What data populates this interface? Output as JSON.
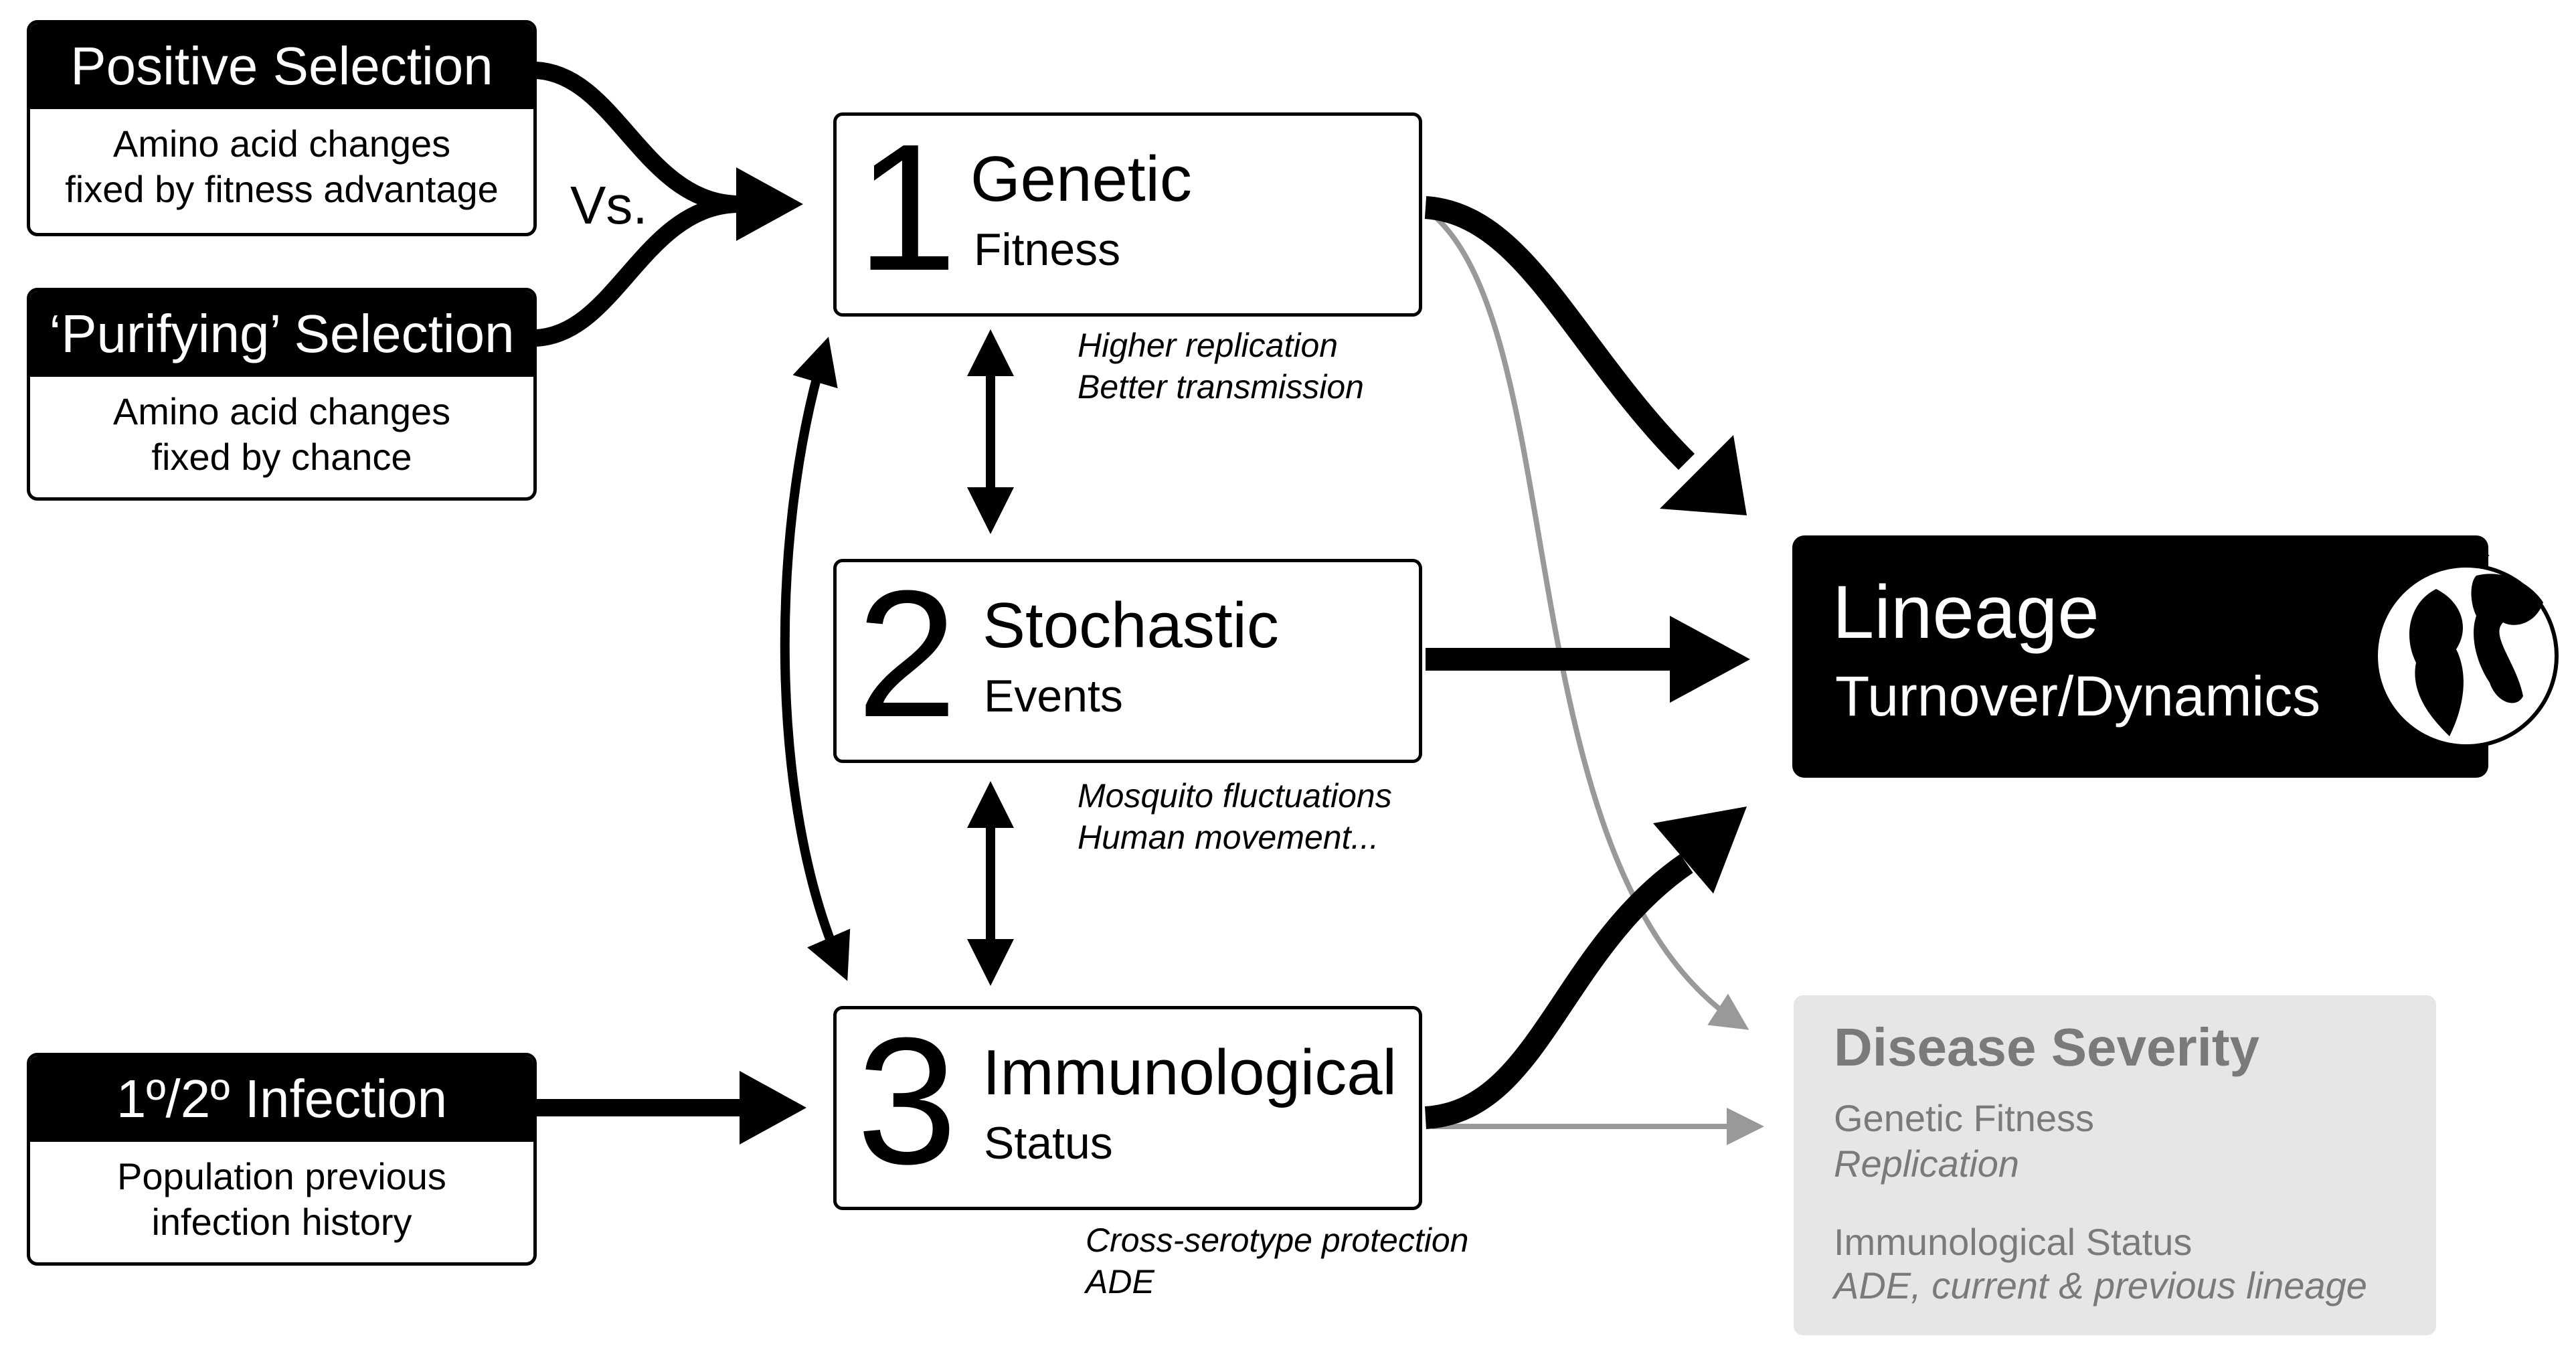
{
  "inputs": {
    "positive": {
      "title": "Positive Selection",
      "body": "Amino acid changes\nfixed by fitness advantage"
    },
    "purifying": {
      "title": "‘Purifying’ Selection",
      "body": "Amino acid changes\nfixed by chance"
    },
    "infection": {
      "title": "1º/2º Infection",
      "body": "Population previous\ninfection history"
    },
    "vs_label": "Vs."
  },
  "factors": [
    {
      "number": "1",
      "title": "Genetic",
      "subtitle": "Fitness",
      "note_lines": [
        "Higher replication",
        "Better transmission"
      ]
    },
    {
      "number": "2",
      "title": "Stochastic",
      "subtitle": "Events",
      "note_lines": [
        "Mosquito fluctuations",
        "Human movement..."
      ]
    },
    {
      "number": "3",
      "title": "Immunological",
      "subtitle": "Status",
      "note_lines": [
        "Cross-serotype protection",
        "ADE"
      ]
    }
  ],
  "lineage": {
    "title": "Lineage",
    "subtitle": "Turnover/Dynamics",
    "icon": "globe-icon"
  },
  "disease": {
    "title": "Disease Severity",
    "items": [
      {
        "label": "Genetic Fitness",
        "detail": "Replication"
      },
      {
        "label": "Immunological Status",
        "detail": "ADE, current & previous lineage"
      }
    ]
  },
  "colors": {
    "primary": "#000000",
    "muted": "#999999",
    "disease_bg": "#e6e6e6",
    "disease_text": "#7a7a7a"
  }
}
